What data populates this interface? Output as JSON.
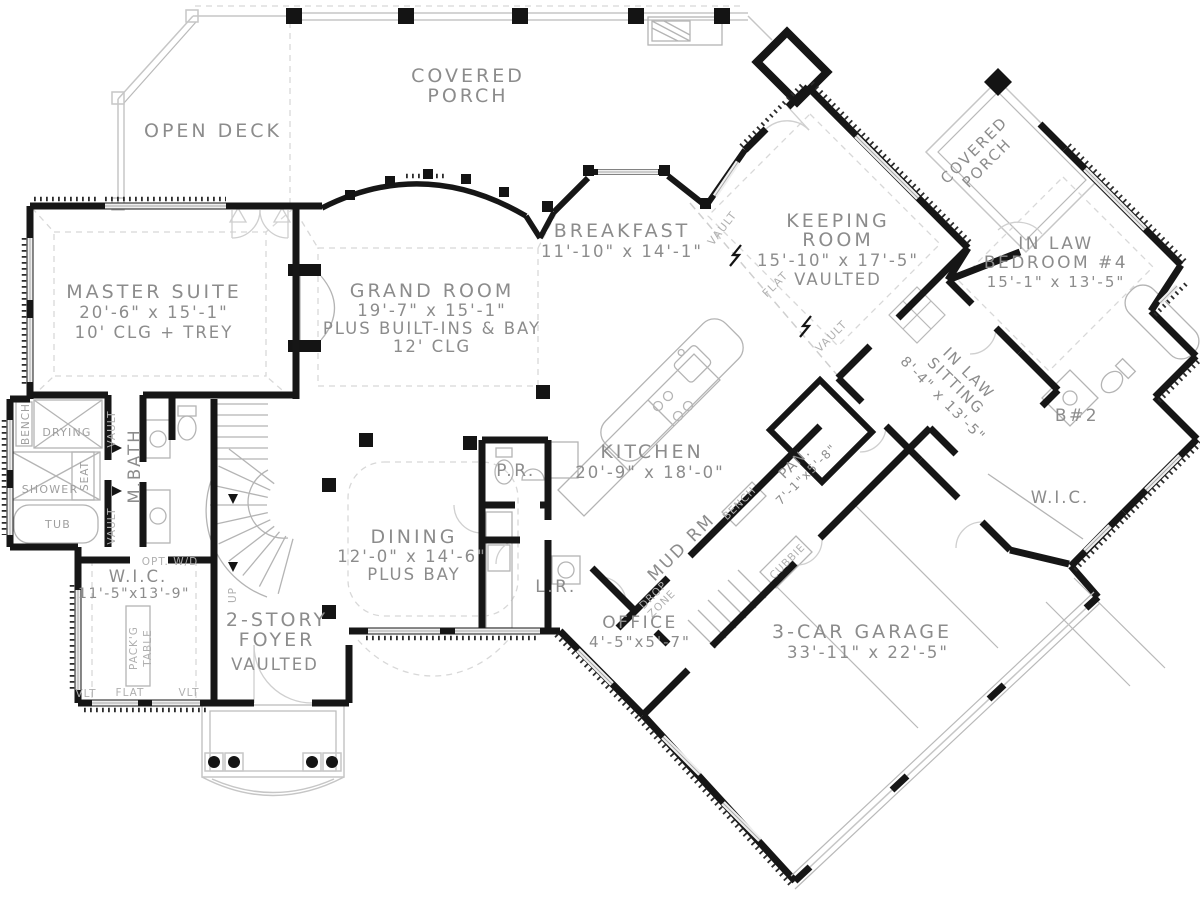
{
  "plan": {
    "colors": {
      "wall": "#161616",
      "room_text": "#8c8c8c",
      "annotation_text": "#b0b0b0"
    },
    "outdoor": {
      "open_deck": {
        "name": "OPEN  DECK"
      },
      "covered_porch_top": {
        "line1": "COVERED",
        "line2": "PORCH"
      },
      "covered_porch_right": {
        "line1": "COVERED",
        "line2": "PORCH"
      }
    },
    "rooms": {
      "master_suite": {
        "name": "MASTER  SUITE",
        "dims": "20'-6\" x 15'-1\"",
        "note": "10' CLG + TREY"
      },
      "grand_room": {
        "name": "GRAND  ROOM",
        "dims": "19'-7\" x 15'-1\"",
        "note1": "PLUS BUILT-INS & BAY",
        "note2": "12' CLG"
      },
      "breakfast": {
        "name": "BREAKFAST",
        "dims": "11'-10\" x 14'-1\""
      },
      "keeping_room": {
        "line1": "KEEPING",
        "line2": "ROOM",
        "dims": "15'-10\" x 17'-5\"",
        "note": "VAULTED"
      },
      "in_law_bedroom": {
        "line1": "IN  LAW",
        "line2": "BEDROOM  #4",
        "dims": "15'-1\" x 13'-5\""
      },
      "in_law_sitting": {
        "line1": "IN  LAW",
        "line2": "SITTING",
        "dims": "8'-4\" x 13'-5\""
      },
      "bath2": {
        "name": "B#2"
      },
      "wic_right": {
        "name": "W.I.C."
      },
      "kitchen": {
        "name": "KITCHEN",
        "dims": "20'-9\" x 18'-0\""
      },
      "pantry": {
        "name": "PAN.",
        "dims": "7'-1\"x5'-8\""
      },
      "mud_room": {
        "name": "MUD  RM"
      },
      "office": {
        "name": "OFFICE",
        "dims": "4'-5\"x5'-7\""
      },
      "garage": {
        "name": "3-CAR  GARAGE",
        "dims": "33'-11\" x 22'-5\""
      },
      "laundry": {
        "name": "L.R."
      },
      "powder": {
        "name": "P.R."
      },
      "dining": {
        "name": "DINING",
        "dims": "12'-0\" x 14'-6\"",
        "note": "PLUS BAY"
      },
      "foyer": {
        "line1": "2-STORY",
        "line2": "FOYER",
        "note": "VAULTED"
      },
      "wic_left": {
        "name": "W.I.C.",
        "dims": "11'-5\"x13'-9\""
      },
      "master_bath": {
        "name": "M.BATH"
      }
    },
    "fixtures": {
      "drying": "DRYING",
      "shower": "SHOWER",
      "tub": "TUB",
      "seat": "SEAT",
      "bench_bath": "BENCH",
      "bench_mud": "BENCH",
      "cubbie": "CUBBIE",
      "drop_zone_1": "DROP",
      "drop_zone_2": "ZONE",
      "opt_wd": "OPT. W/D",
      "packing_1": "PACK'G",
      "packing_2": "TABLE"
    },
    "ceiling_notes": {
      "vault_bath_1": "VAULT",
      "vault_bath_2": "VAULT",
      "vlt_left": "VLT",
      "flat_center": "FLAT",
      "vlt_right": "VLT",
      "vault_diag_1": "VAULT",
      "flat_diag": "FLAT",
      "vault_diag_2": "VAULT",
      "up": "UP"
    }
  }
}
